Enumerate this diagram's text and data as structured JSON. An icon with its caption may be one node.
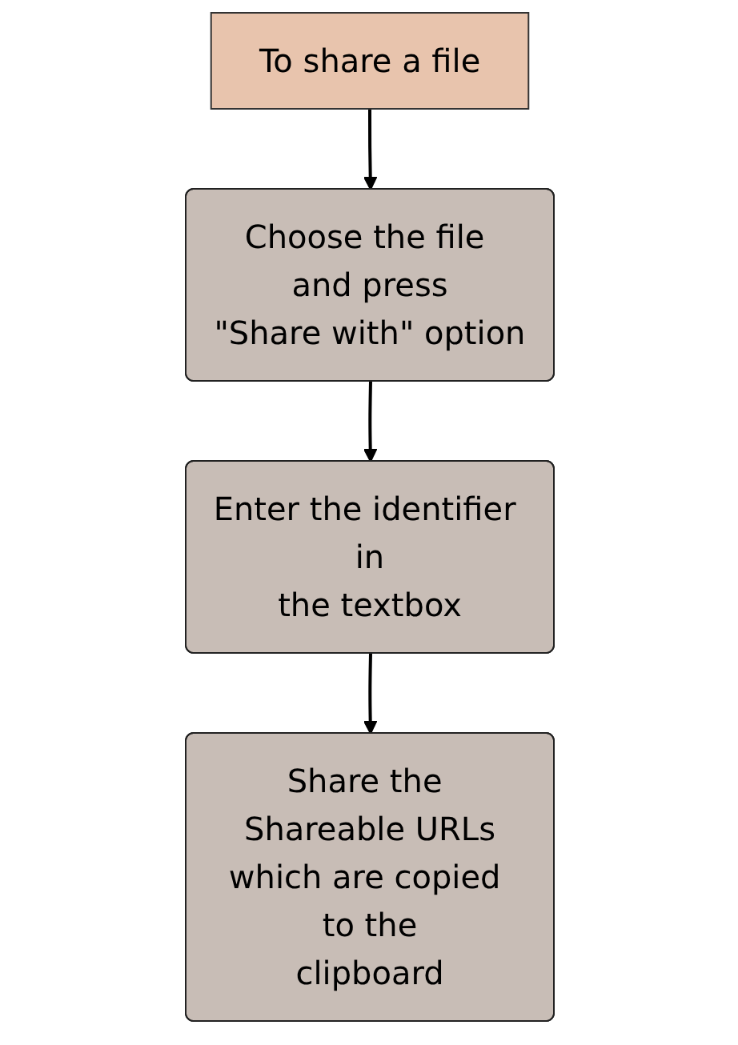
{
  "diagram": {
    "nodes": [
      {
        "text": [
          "To share a file"
        ]
      },
      {
        "text": [
          "Choose the file and press \"Share with\" option"
        ]
      },
      {
        "text": [
          "Enter the identifier in the textbox"
        ]
      },
      {
        "text": [
          "Share the Shareable URLs which are copied to the clipboard"
        ]
      }
    ],
    "edges": [
      {
        "from": 0,
        "to": 1,
        "arrow": "to"
      },
      {
        "from": 1,
        "to": 2,
        "arrow": "to"
      },
      {
        "from": 2,
        "to": 3,
        "arrow": "to"
      }
    ]
  }
}
